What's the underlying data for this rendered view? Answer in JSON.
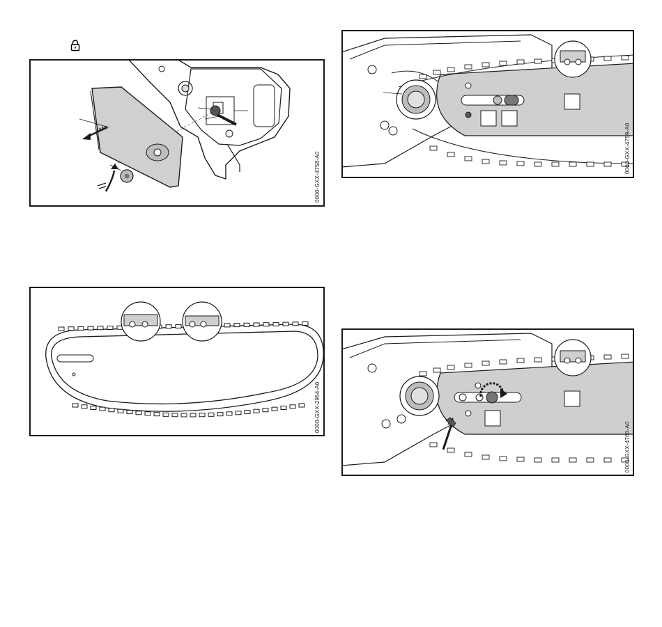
{
  "page": {
    "lock_icon": "padlock-icon"
  },
  "figures": [
    {
      "id": "fig1",
      "code": "0000-GXX-4758-A0",
      "subject": "cover removal"
    },
    {
      "id": "fig2",
      "code": "0000-GXX-4759-A0",
      "subject": "bar and sprocket"
    },
    {
      "id": "fig3",
      "code": "0000-GXX-2954-A0",
      "subject": "chain on guide bar"
    },
    {
      "id": "fig4",
      "code": "0000-GXX-4760-A0",
      "subject": "chain tensioning"
    }
  ],
  "colors": {
    "line": "#1a1a1a",
    "bar_fill": "#cfcfcf",
    "dark": "#3a3a3a"
  }
}
